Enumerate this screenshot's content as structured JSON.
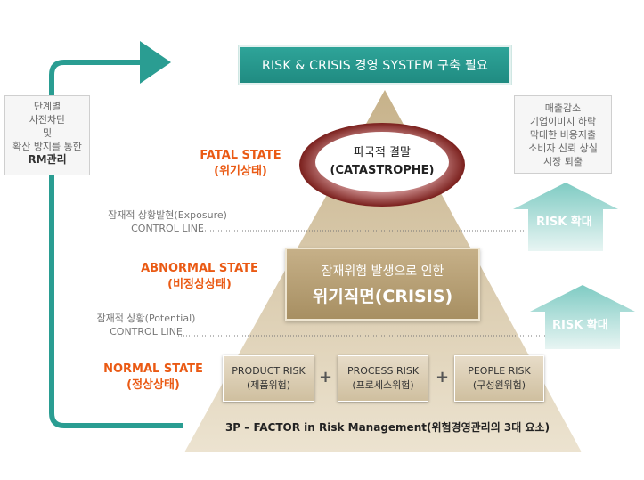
{
  "banner": {
    "title": "RISK & CRISIS 경영 SYSTEM 구축 필요"
  },
  "left_box": {
    "lines": [
      "단계별",
      "사전차단",
      "및",
      "확산 방지를 통한"
    ],
    "emphasis": "RM관리"
  },
  "right_box": {
    "lines": [
      "매출감소",
      "기업이미지 하락",
      "막대한 비용지출",
      "소비자 신뢰 상실",
      "시장 퇴출"
    ]
  },
  "levels": {
    "fatal": {
      "state": "FATAL STATE",
      "state_kr": "(위기상태)"
    },
    "abnormal": {
      "state": "ABNORMAL STATE",
      "state_kr": "(비정상상태)"
    },
    "normal": {
      "state": "NORMAL STATE",
      "state_kr": "(정상상태)"
    }
  },
  "control_lines": {
    "exposure": {
      "label": "잠재적 상황발현(Exposure)",
      "line": "CONTROL LINE"
    },
    "potential": {
      "label": "잠재적 상황(Potential)",
      "line": "CONTROL LINE"
    }
  },
  "catastrophe": {
    "line1": "파국적 결말",
    "line2": "(CATASTROPHE)"
  },
  "crisis": {
    "line1": "잠재위험 발생으로 인한",
    "line2": "위기직면(CRISIS)"
  },
  "factors": [
    {
      "name": "PRODUCT RISK",
      "kr": "(제품위험)"
    },
    {
      "name": "PROCESS  RISK",
      "kr": "(프로세스위험)"
    },
    {
      "name": "PEOPLE  RISK",
      "kr": "(구성원위험)"
    }
  ],
  "plus_sign": "+",
  "footer": "3P – FACTOR in Risk Management(위험경영관리의 3대 요소)",
  "risk_arrows": [
    "RISK 확대",
    "RISK 확대"
  ],
  "colors": {
    "teal": "#2a9d92",
    "orange": "#ea5a14",
    "pyramid": "#c9b58f",
    "catastrophe": "#8a2a26"
  }
}
